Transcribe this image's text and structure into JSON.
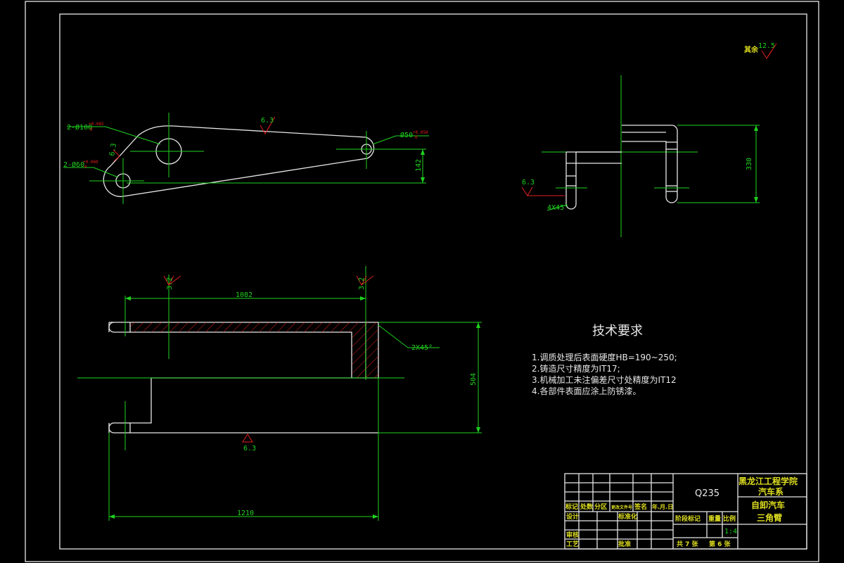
{
  "colors": {
    "background": "#000000",
    "outline": "#e8e8e8",
    "center": "#1fd31f",
    "dim": "#1fd31f",
    "hatch": "#e02020",
    "yellow": "#dede20"
  },
  "roughness": {
    "other_label": "其余",
    "other_value": "12.5"
  },
  "top_view": {
    "hole1": "2-Ø100",
    "hole1_tol_u": "+0.085",
    "hole1_tol_l": "0",
    "hole2": "2-Ø60",
    "hole2_tol_u": "+0.060",
    "hole2_tol_l": "0",
    "hole3": "Ø50",
    "hole3_tol_u": "+0.050",
    "hole3_tol_l": "0",
    "ra_a": "6.3",
    "ra_b": "6.3",
    "height": "142"
  },
  "side_view": {
    "ra": "6.3",
    "chamfer": "4X45°",
    "height": "330"
  },
  "front_view": {
    "ra_a": "3.2",
    "ra_b": "3.2",
    "ra_c": "6.3",
    "len_upper": "1082",
    "len_total": "1210",
    "chamfer": "2X45°",
    "height": "504"
  },
  "tech": {
    "title": "技术要求",
    "items": [
      "1.调质处理后表面硬度HB=190~250;",
      "2.铸造尺寸精度为IT17;",
      "3.机械加工未注偏差尺寸处精度为IT12",
      "4.各部件表面应涂上防锈漆。"
    ]
  },
  "title_block": {
    "material": "Q235",
    "school": "黑龙江工程学院",
    "dept": "汽车系",
    "product": "自卸汽车",
    "part": "三角臂",
    "h_mark": "标记",
    "h_count": "处数",
    "h_zone": "分区",
    "h_doc": "更改文件号",
    "h_sign": "签名",
    "h_date": "年.月.日",
    "design": "设计",
    "standard": "标准化",
    "check": "审核",
    "process": "工艺",
    "approve": "批准",
    "stage": "阶段标记",
    "weight": "重量",
    "scale": "比例",
    "scale_val": "1:4",
    "total": "共 7 张",
    "sheet": "第 6 张"
  }
}
